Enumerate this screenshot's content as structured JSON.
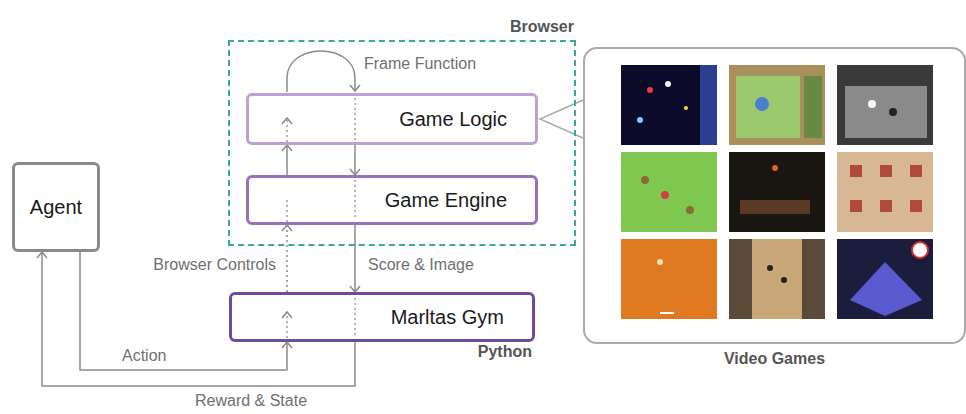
{
  "diagram": {
    "nodes": [
      {
        "text": [
          "Browser"
        ]
      },
      {
        "text": [
          "Game Logic"
        ],
        "in": 0
      },
      {
        "text": [
          "Game Engine"
        ],
        "in": 0
      },
      {
        "text": [
          "Marltas Gym",
          "Python"
        ]
      },
      {
        "text": [
          "Agent"
        ]
      },
      {
        "text": [
          "Video Games"
        ]
      }
    ],
    "edges": [
      {
        "from": 2,
        "to": 1,
        "arrow": "to"
      },
      {
        "from": 1,
        "to": 2,
        "arrow": "to"
      },
      {
        "from": 3,
        "to": 2,
        "arrow": "to",
        "label": "Browser Controls"
      },
      {
        "from": 2,
        "to": 3,
        "arrow": "to",
        "label": "Score & Image"
      },
      {
        "from": 4,
        "to": 3,
        "arrow": "to",
        "label": "Action"
      },
      {
        "from": 3,
        "to": 4,
        "arrow": "to",
        "label": "Reward & State"
      },
      {
        "from": 1,
        "to": 5,
        "arrow": "none"
      }
    ],
    "labels": [
      "Frame Function"
    ]
  }
}
